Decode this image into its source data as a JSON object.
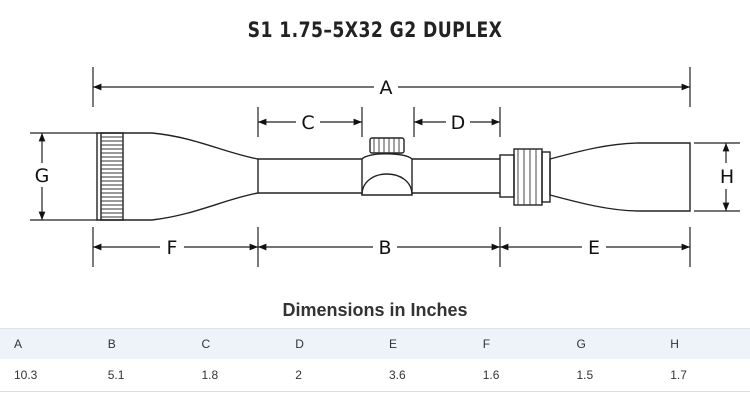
{
  "title": "S1 1.75–5X32 G2 DUPLEX",
  "diagram_labels": {
    "A": "A",
    "B": "B",
    "C": "C",
    "D": "D",
    "E": "E",
    "F": "F",
    "G": "G",
    "H": "H"
  },
  "table": {
    "title": "Dimensions in Inches",
    "headers": [
      "A",
      "B",
      "C",
      "D",
      "E",
      "F",
      "G",
      "H"
    ],
    "values": [
      "10.3",
      "5.1",
      "1.8",
      "2",
      "3.6",
      "1.6",
      "1.5",
      "1.7"
    ]
  }
}
